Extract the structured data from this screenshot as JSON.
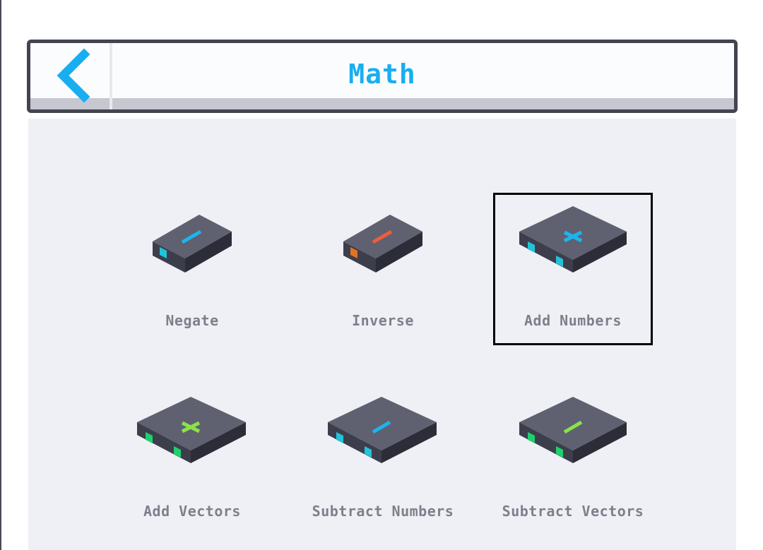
{
  "header": {
    "title": "Math",
    "back_icon": "chevron-left-icon",
    "accent_color": "#19aef0"
  },
  "items": [
    {
      "label": "Negate",
      "icon": "negate-block-icon",
      "selected": false
    },
    {
      "label": "Inverse",
      "icon": "inverse-block-icon",
      "selected": false
    },
    {
      "label": "Add Numbers",
      "icon": "add-numbers-block-icon",
      "selected": true
    },
    {
      "label": "Add Vectors",
      "icon": "add-vectors-block-icon",
      "selected": false
    },
    {
      "label": "Subtract Numbers",
      "icon": "subtract-numbers-block-icon",
      "selected": false
    },
    {
      "label": "Subtract Vectors",
      "icon": "subtract-vectors-block-icon",
      "selected": false
    }
  ]
}
